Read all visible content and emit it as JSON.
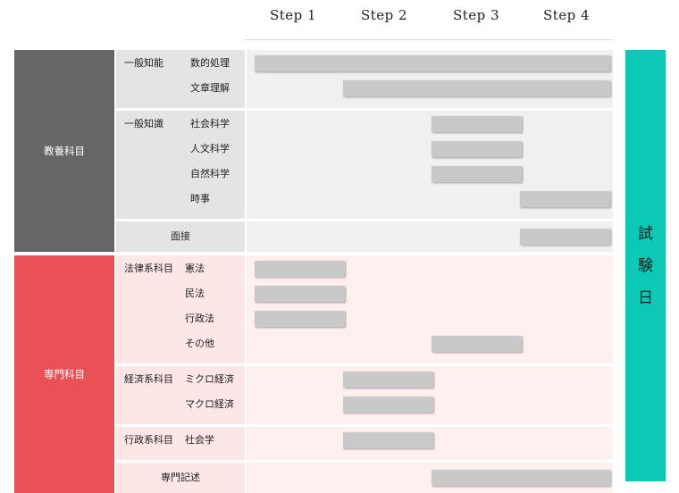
{
  "steps": [
    "Step 1",
    "Step 2",
    "Step 3",
    "Step 4"
  ],
  "colors": {
    "general_category": "#666666",
    "specialized_category": "#e95254",
    "general_label_bg": "#e4e4e4",
    "general_grid_bg": "#f0f0f0",
    "specialized_label_bg": "#fde6e6",
    "specialized_grid_bg": "#fff0f0",
    "bar": "#c9c9c9",
    "exam_day": "#0cc9b7"
  },
  "exam_day": {
    "chars": [
      "試",
      "験",
      "日"
    ]
  },
  "sections": [
    {
      "category": "教養科目",
      "theme": "general",
      "groups": [
        {
          "group": "一般知能",
          "items": [
            {
              "name": "数的処理",
              "start": 1,
              "end": 4
            },
            {
              "name": "文章理解",
              "start": 2,
              "end": 4
            }
          ]
        },
        {
          "group": "一般知識",
          "items": [
            {
              "name": "社会科学",
              "start": 3,
              "end": 3
            },
            {
              "name": "人文科学",
              "start": 3,
              "end": 3
            },
            {
              "name": "自然科学",
              "start": 3,
              "end": 3
            },
            {
              "name": "時事",
              "start": 4,
              "end": 4
            }
          ]
        },
        {
          "group": "",
          "single": "面接",
          "items": [
            {
              "name": "",
              "start": 4,
              "end": 4
            }
          ]
        }
      ]
    },
    {
      "category": "専門科目",
      "theme": "specialized",
      "groups": [
        {
          "group": "法律系科目",
          "items": [
            {
              "name": "憲法",
              "start": 1,
              "end": 1
            },
            {
              "name": "民法",
              "start": 1,
              "end": 1
            },
            {
              "name": "行政法",
              "start": 1,
              "end": 1
            },
            {
              "name": "その他",
              "start": 3,
              "end": 3
            }
          ]
        },
        {
          "group": "経済系科目",
          "items": [
            {
              "name": "ミクロ経済",
              "start": 2,
              "end": 2
            },
            {
              "name": "マクロ経済",
              "start": 2,
              "end": 2
            }
          ]
        },
        {
          "group": "行政系科目",
          "items": [
            {
              "name": "社会学",
              "start": 2,
              "end": 2
            }
          ]
        },
        {
          "group": "",
          "single": "専門記述",
          "items": [
            {
              "name": "",
              "start": 3,
              "end": 4
            }
          ]
        }
      ]
    }
  ]
}
